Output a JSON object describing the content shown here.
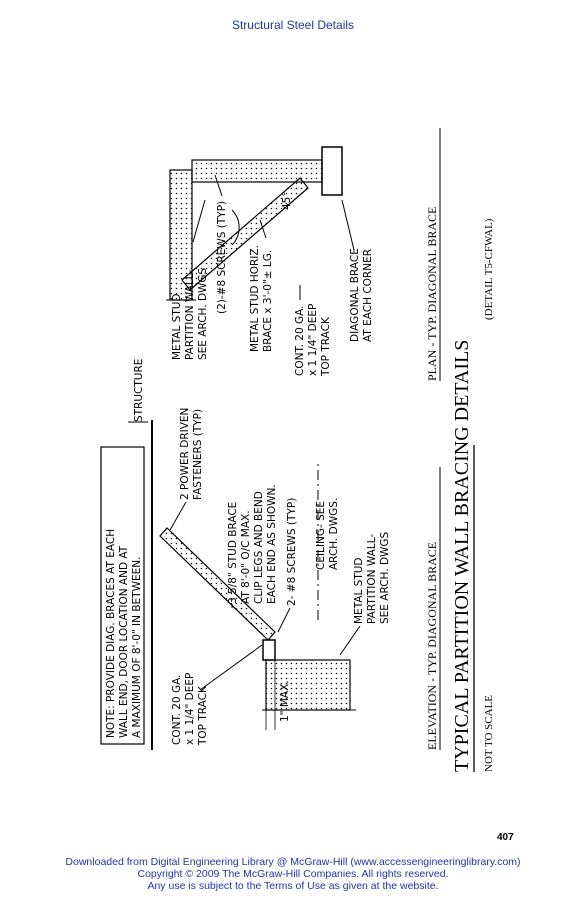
{
  "header": {
    "title": "Structural Steel Details"
  },
  "page_number": "407",
  "footer": {
    "line1": "Downloaded from Digital Engineering Library @ McGraw-Hill (www.accessengineeringlibrary.com)",
    "line2": "Copyright © 2009 The McGraw-Hill Companies. All rights reserved.",
    "line3": "Any use is subject to the Terms of Use as given at the website."
  },
  "drawing": {
    "title": "TYPICAL PARTITION WALL BRACING DETAILS",
    "scale_note": "NOT TO SCALE",
    "detail_ref": "(DETAIL T5-CFWAL)",
    "elevation": {
      "caption": "ELEVATION - TYP. DIAGONAL BRACE",
      "note_lines": [
        "NOTE: PROVIDE DIAG. BRACES AT EACH",
        "WALL END, DOOR LOCATION AND AT",
        "A MAXIMUM OF 8'-0\" IN BETWEEN."
      ],
      "structure_label": "STRUCTURE",
      "fasteners_lines": [
        "2 POWER DRIVEN",
        "FASTENERS (TYP)"
      ],
      "stud_brace_lines": [
        "3 5/8\" STUD BRACE",
        "AT 8'-0\" O/C MAX.",
        "CLIP LEGS AND BEND",
        "EACH END AS SHOWN."
      ],
      "screws_label": "2- #8 SCREWS (TYP)",
      "ceiling_lines": [
        "CEILING- SEE",
        "ARCH. DWGS."
      ],
      "partition_lines": [
        "METAL STUD",
        "PARTITION WALL-",
        "SEE ARCH. DWGS"
      ],
      "track_lines": [
        "CONT. 20 GA.",
        "x 1 1/4\" DEEP",
        "TOP TRACK"
      ],
      "dimension_label": "1\" MAX."
    },
    "plan": {
      "caption": "PLAN - TYP. DIAGONAL BRACE",
      "partition_lines": [
        "METAL STUD",
        "PARTITION WALL-",
        "SEE ARCH. DWGS"
      ],
      "screws_label": "(2)-#8 SCREWS (TYP)",
      "horiz_brace_lines": [
        "METAL STUD HORIZ.",
        "BRACE x 3'-0\"± LG."
      ],
      "track_lines": [
        "CONT. 20 GA.",
        "x 1 1/4\" DEEP",
        "TOP TRACK"
      ],
      "corner_lines": [
        "DIAGONAL BRACE",
        "AT EACH CORNER"
      ],
      "angle_label": "45°"
    }
  }
}
